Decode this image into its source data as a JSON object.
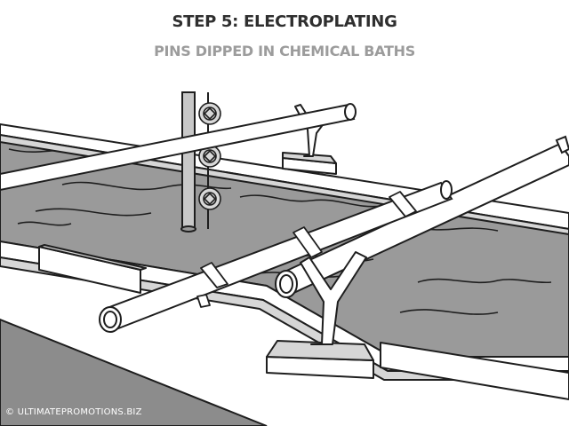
{
  "header": {
    "title": "STEP 5: ELECTROPLATING",
    "subtitle": "PINS DIPPED IN CHEMICAL BATHS"
  },
  "footer": {
    "credit": "© ULTIMATEPROMOTIONS.BIZ"
  },
  "colors": {
    "liquid": "#9a9a9a",
    "rail_top": "#ffffff",
    "rail_side": "#d6d6d6",
    "outline": "#1e1e1e",
    "floor": "#8c8c8c"
  }
}
